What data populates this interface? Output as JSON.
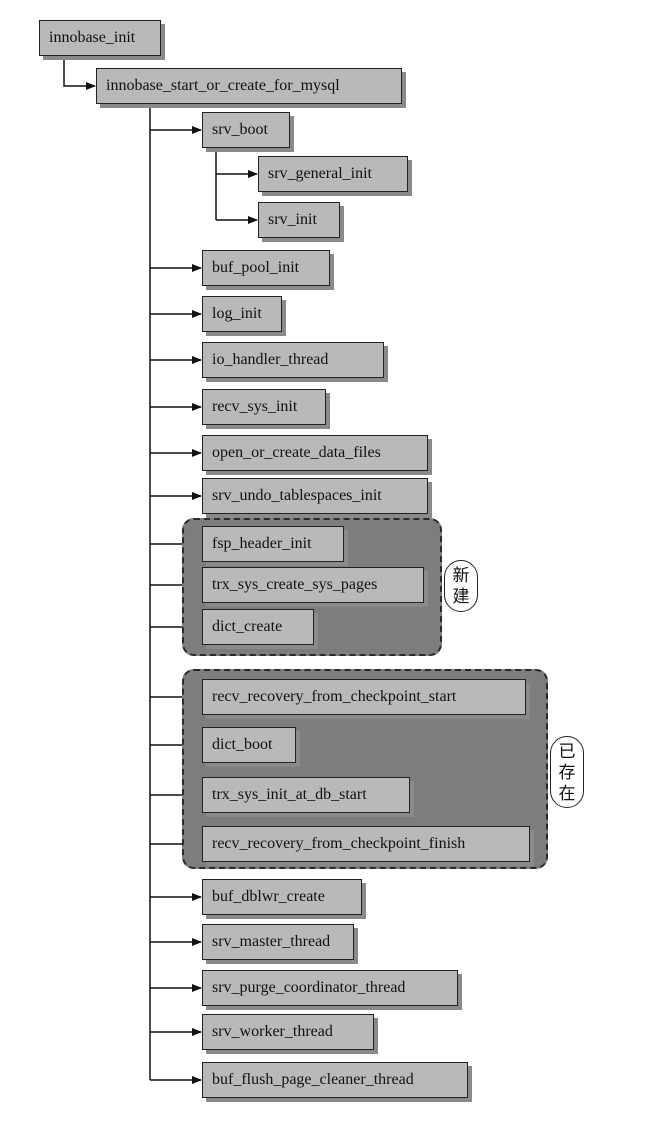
{
  "root": {
    "label": "innobase_init"
  },
  "main": {
    "label": "innobase_start_or_create_for_mysql"
  },
  "srv_boot": {
    "label": "srv_boot",
    "children": [
      {
        "label": "srv_general_init"
      },
      {
        "label": "srv_init"
      }
    ]
  },
  "steps_a": [
    {
      "label": "buf_pool_init"
    },
    {
      "label": "log_init"
    },
    {
      "label": "io_handler_thread"
    },
    {
      "label": "recv_sys_init"
    },
    {
      "label": "open_or_create_data_files"
    },
    {
      "label": "srv_undo_tablespaces_init"
    }
  ],
  "group_new": {
    "label": "新建",
    "items": [
      {
        "label": "fsp_header_init"
      },
      {
        "label": "trx_sys_create_sys_pages"
      },
      {
        "label": "dict_create"
      }
    ]
  },
  "group_existing": {
    "label": "已存在",
    "items": [
      {
        "label": "recv_recovery_from_checkpoint_start"
      },
      {
        "label": "dict_boot"
      },
      {
        "label": "trx_sys_init_at_db_start"
      },
      {
        "label": "recv_recovery_from_checkpoint_finish"
      }
    ]
  },
  "steps_b": [
    {
      "label": "buf_dblwr_create"
    },
    {
      "label": "srv_master_thread"
    },
    {
      "label": "srv_purge_coordinator_thread"
    },
    {
      "label": "srv_worker_thread"
    },
    {
      "label": "buf_flush_page_cleaner_thread"
    }
  ],
  "colors": {
    "box_fill": "#b9b9b9",
    "group_fill": "#7d7d7d",
    "line": "#111111"
  }
}
